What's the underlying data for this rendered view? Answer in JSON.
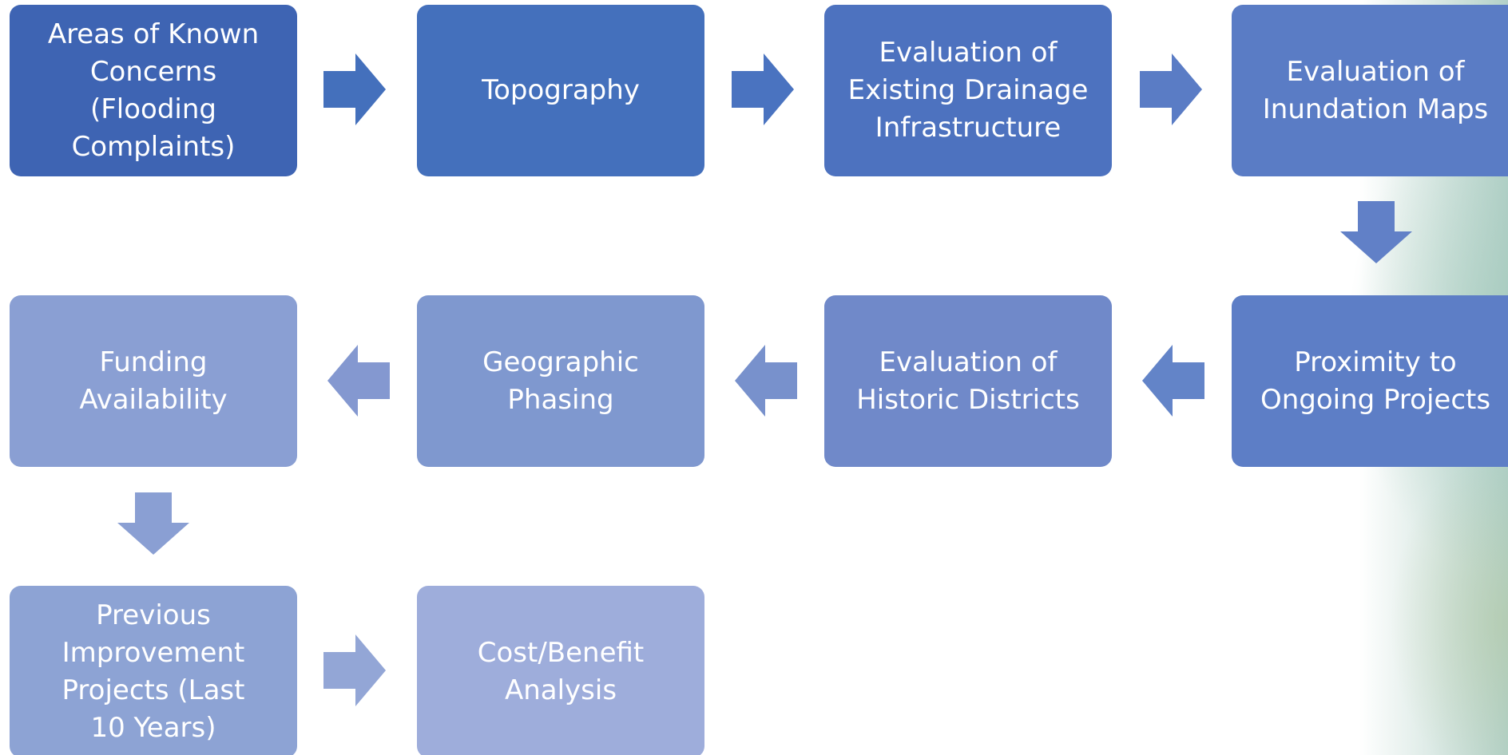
{
  "colors": {
    "step1": "#3e64b3",
    "step2": "#4470bc",
    "step3": "#4d72bf",
    "step4": "#5a7cc5",
    "step5": "#5d7ec6",
    "step6": "#7089c9",
    "step7": "#7f98cf",
    "step8": "#8a9fd3",
    "step9": "#8da3d4",
    "step10": "#9eaddb",
    "arrow1": "#4470bc",
    "arrow2": "#4a73c0",
    "arrow3": "#5a7cc5",
    "arrow_down1": "#6180c7",
    "arrow_left1": "#6384c8",
    "arrow_left2": "#7891cc",
    "arrow_left3": "#8498d0",
    "arrow_down2": "#8a9fd3",
    "arrow4": "#93a6d6"
  },
  "steps": [
    {
      "id": "areas-of-known-concerns",
      "label": "Areas of Known Concerns (Flooding Complaints)"
    },
    {
      "id": "topography",
      "label": "Topography"
    },
    {
      "id": "existing-drainage",
      "label": "Evaluation of Existing Drainage Infrastructure"
    },
    {
      "id": "inundation-maps",
      "label": "Evaluation of Inundation Maps"
    },
    {
      "id": "ongoing-projects",
      "label": "Proximity to Ongoing Projects"
    },
    {
      "id": "historic-districts",
      "label": "Evaluation of Historic Districts"
    },
    {
      "id": "geographic-phasing",
      "label": "Geographic Phasing"
    },
    {
      "id": "funding-availability",
      "label": "Funding Availability"
    },
    {
      "id": "previous-improvement",
      "label": "Previous Improvement Projects (Last 10 Years)"
    },
    {
      "id": "cost-benefit",
      "label": "Cost/Benefit Analysis"
    }
  ]
}
